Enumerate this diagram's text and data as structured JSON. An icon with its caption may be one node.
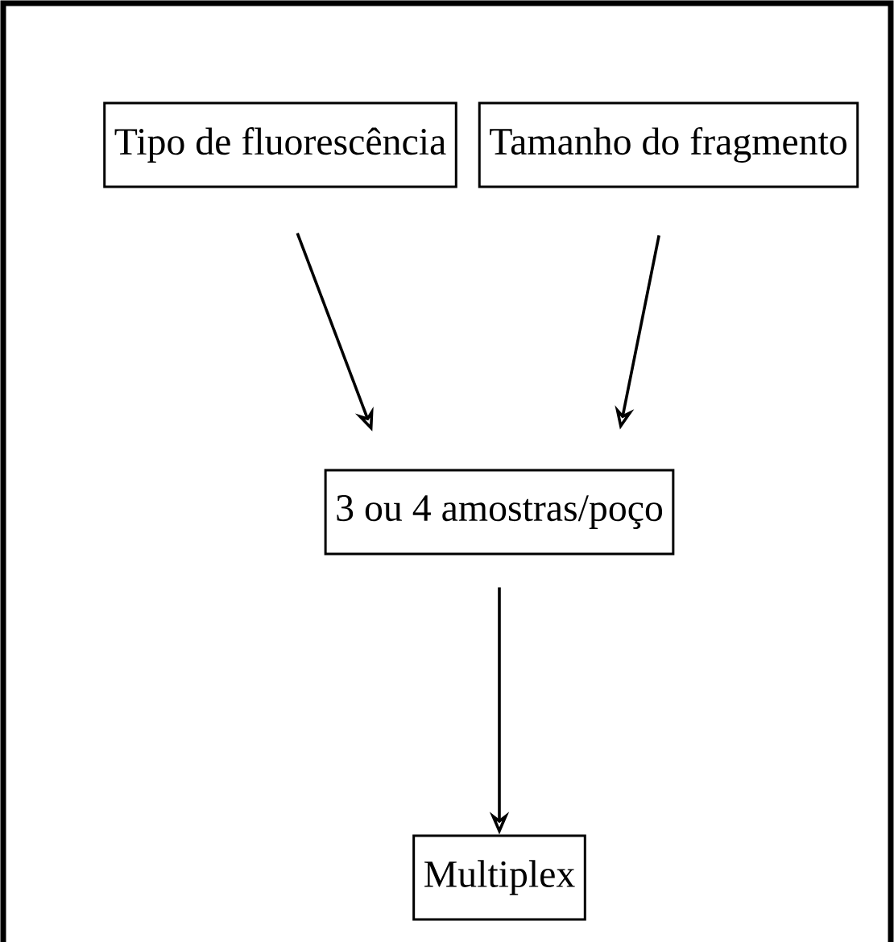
{
  "diagram": {
    "nodes": [
      {
        "text": [
          "Tipo de fluorescência"
        ]
      },
      {
        "text": [
          "Tamanho do fragmento"
        ]
      },
      {
        "text": [
          "3 ou 4  amostras/poço"
        ]
      },
      {
        "text": [
          "Multiplex"
        ]
      }
    ],
    "edges": [
      {
        "from": 0,
        "to": 2,
        "arrow": "to"
      },
      {
        "from": 1,
        "to": 2,
        "arrow": "to"
      },
      {
        "from": 2,
        "to": 3,
        "arrow": "to"
      }
    ]
  }
}
